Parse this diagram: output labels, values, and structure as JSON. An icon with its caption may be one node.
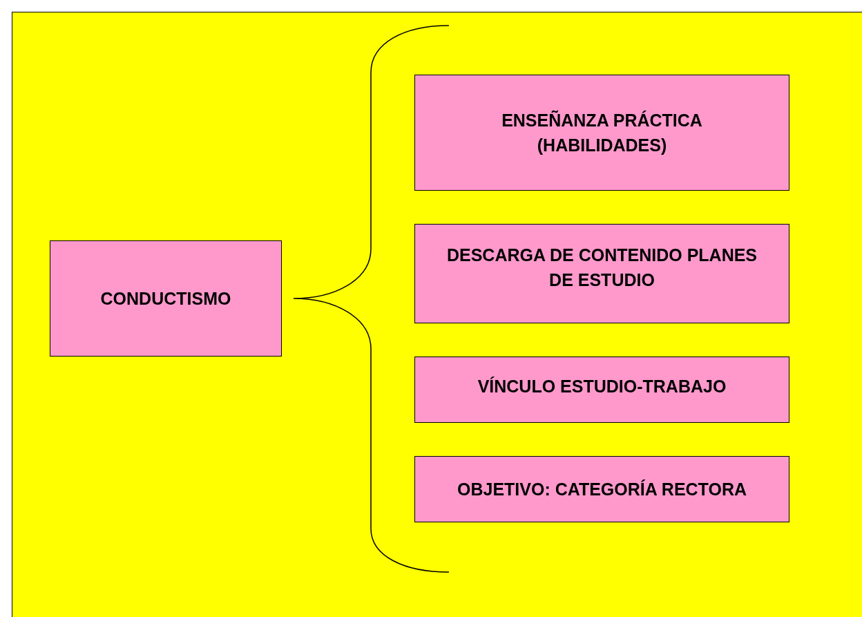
{
  "diagram": {
    "nodes": [
      {
        "text": [
          "CONDUCTISMO"
        ]
      },
      {
        "text": [
          "ENSEÑANZA PRÁCTICA (HABILIDADES)"
        ]
      },
      {
        "text": [
          "DESCARGA DE CONTENIDO PLANES DE ESTUDIO"
        ]
      },
      {
        "text": [
          "VÍNCULO ESTUDIO-TRABAJO"
        ]
      },
      {
        "text": [
          "OBJETIVO: CATEGORÍA RECTORA"
        ]
      }
    ]
  }
}
